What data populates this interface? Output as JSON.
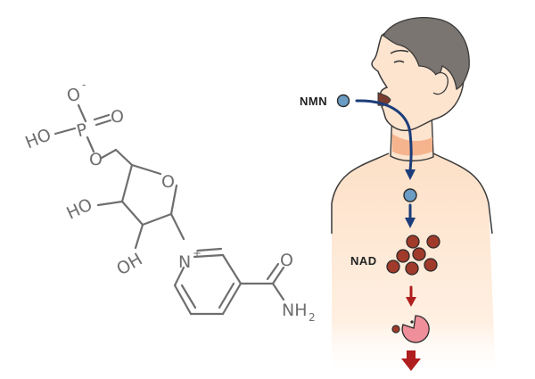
{
  "molecule": {
    "atoms": {
      "o_minus": "O",
      "minus_sign": "-",
      "ho_left": "HO",
      "p": "P",
      "o_double": "O",
      "o_bridge": "O",
      "o_ring": "O",
      "ho_mid": "HO",
      "oh_bottom": "OH",
      "n_pyridinium": "N",
      "plus_sign": "+",
      "o_amide": "O",
      "nh2": "NH",
      "nh2_sub": "2"
    }
  },
  "figure": {
    "nmn_label": "NMN",
    "nad_label": "NAD"
  },
  "colors": {
    "molecule_line": "#6e6e6e",
    "skin": "#fde4cf",
    "skin_light": "#fff1e4",
    "hair": "#7a7570",
    "outline": "#3a3a3a",
    "arrow_blue": "#1c3d7a",
    "nmn_dot": "#6a9cc4",
    "nad_dot": "#a03a2a",
    "arrow_red": "#b01e1e",
    "enzyme": "#ee8f9a",
    "neck": "#f6b48e"
  }
}
